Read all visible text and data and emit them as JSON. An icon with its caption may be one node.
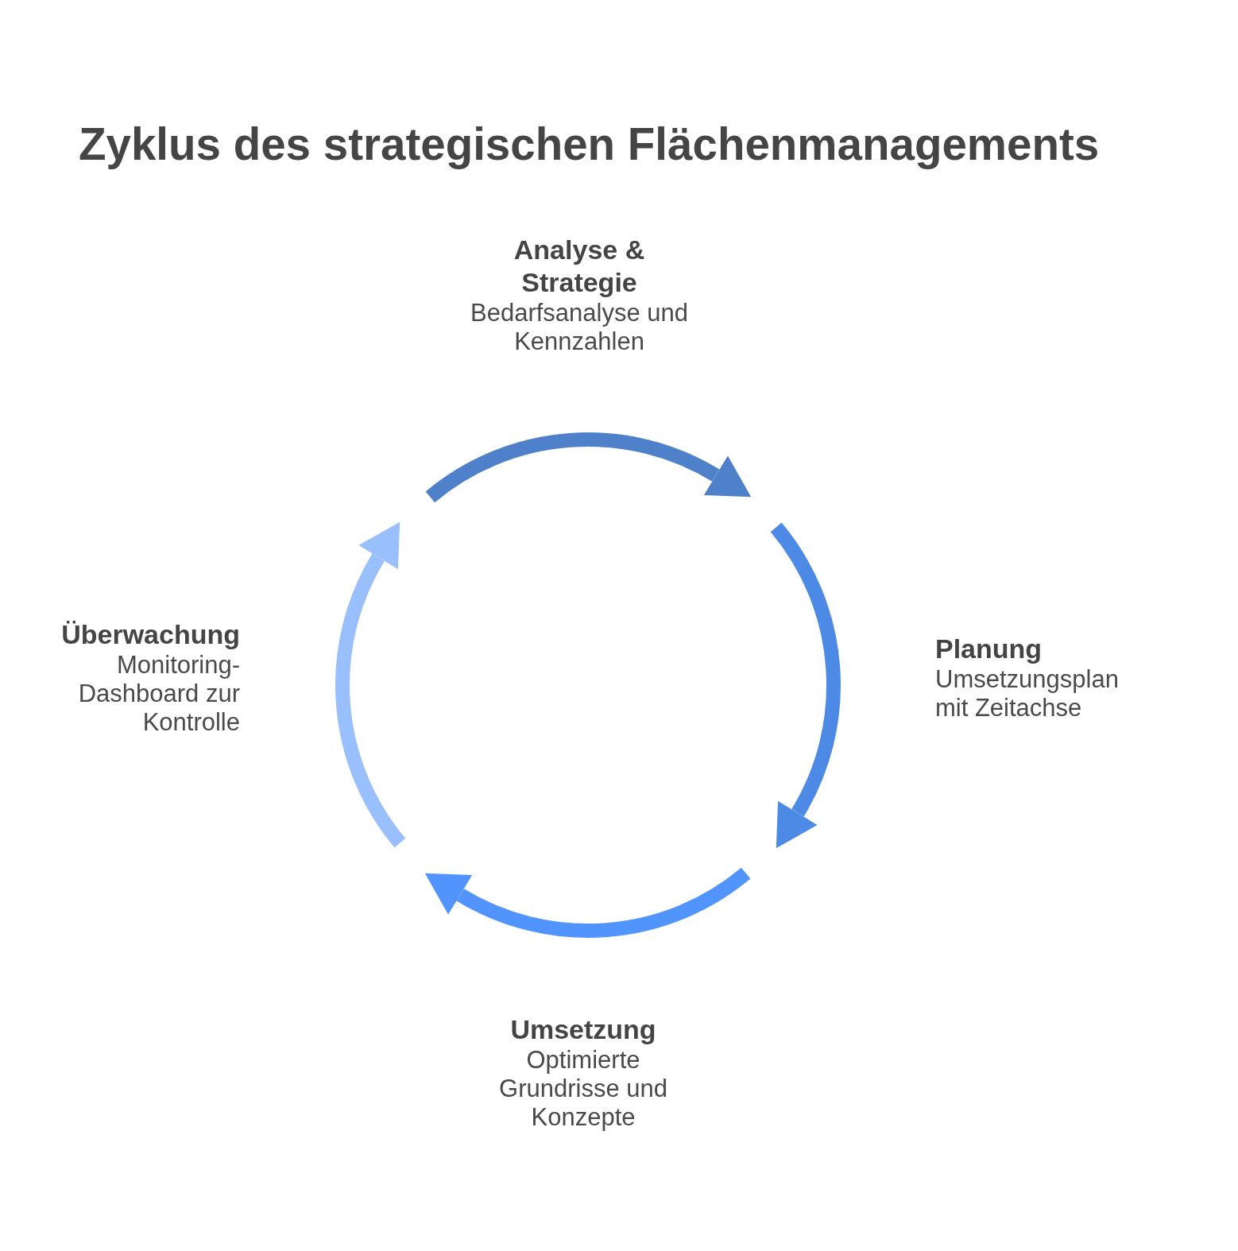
{
  "diagram": {
    "title": "Zyklus des strategischen Flächenmanagements",
    "nodes": [
      {
        "text": [
          "Analyse & Strategie",
          "Bedarfsanalyse und Kennzahlen"
        ]
      },
      {
        "text": [
          "Planung",
          "Umsetzungsplan mit Zeitachse"
        ]
      },
      {
        "text": [
          "Umsetzung",
          "Optimierte Grundrisse und Konzepte"
        ]
      },
      {
        "text": [
          "Überwachung",
          "Monitoring-Dashboard zur Kontrolle"
        ]
      }
    ]
  }
}
